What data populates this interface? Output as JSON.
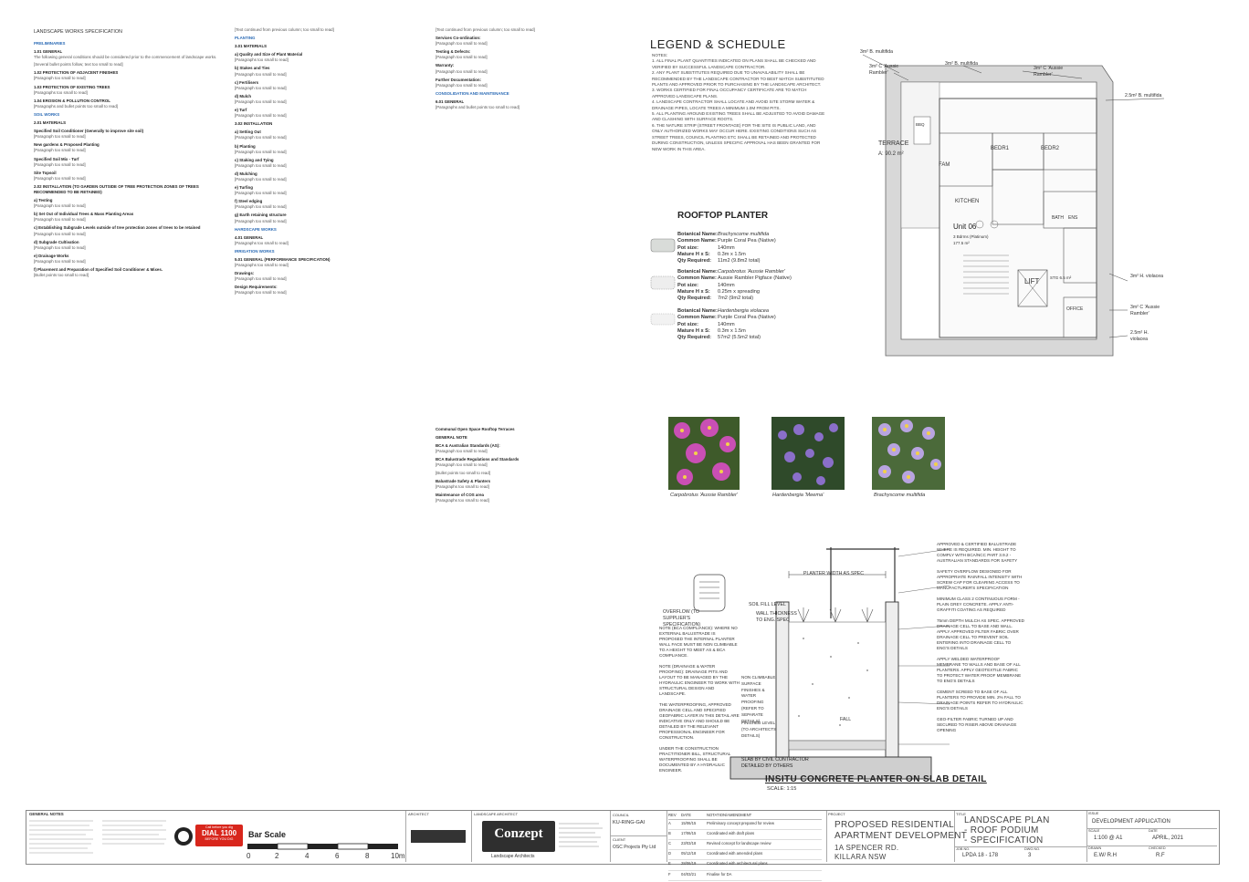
{
  "spec": {
    "page_heading": "LANDSCAPE WORKS SPECIFICATION",
    "col1": [
      {
        "type": "blue",
        "text": "PRELIMINARIES"
      },
      {
        "type": "h",
        "text": "1.01 GENERAL"
      },
      {
        "type": "p",
        "text": "The following general conditions should be considered prior to the commencement of landscape works."
      },
      {
        "type": "p",
        "text": "[Several bullet points follow; text too small to read]"
      },
      {
        "type": "h",
        "text": "1.02 PROTECTION OF ADJACENT FINISHES"
      },
      {
        "type": "p",
        "text": "[Paragraph too small to read]"
      },
      {
        "type": "h",
        "text": "1.03 PROTECTION OF EXISTING TREES"
      },
      {
        "type": "p",
        "text": "[Paragraphs too small to read]"
      },
      {
        "type": "h",
        "text": "1.04 EROSION & POLLUTION CONTROL"
      },
      {
        "type": "p",
        "text": "[Paragraphs and bullet points too small to read]"
      },
      {
        "type": "blue",
        "text": "SOIL WORKS"
      },
      {
        "type": "h",
        "text": "2.01 MATERIALS"
      },
      {
        "type": "h",
        "text": "Specified Soil Conditioner (Generally to improve site soil)"
      },
      {
        "type": "p",
        "text": "[Paragraph too small to read]"
      },
      {
        "type": "h",
        "text": "New gardens & Proposed Planting"
      },
      {
        "type": "p",
        "text": "[Paragraph too small to read]"
      },
      {
        "type": "h",
        "text": "Specified Soil Mix - Turf"
      },
      {
        "type": "p",
        "text": "[Paragraph too small to read]"
      },
      {
        "type": "h",
        "text": "Site Topsoil"
      },
      {
        "type": "p",
        "text": "[Paragraph too small to read]"
      },
      {
        "type": "h",
        "text": "2.02 INSTALLATION (TO GARDEN OUTSIDE OF TREE PROTECTION ZONES OF TREES RECOMMENDED TO BE RETAINED)"
      },
      {
        "type": "h",
        "text": "a) Testing"
      },
      {
        "type": "p",
        "text": "[Paragraph too small to read]"
      },
      {
        "type": "h",
        "text": "b) Set Out of Individual Trees & Mass Planting Areas"
      },
      {
        "type": "p",
        "text": "[Paragraph too small to read]"
      },
      {
        "type": "h",
        "text": "c) Establishing Subgrade Levels outside of tree protection zones of trees to be retained"
      },
      {
        "type": "p",
        "text": "[Paragraph too small to read]"
      },
      {
        "type": "h",
        "text": "d) Subgrade Cultivation"
      },
      {
        "type": "p",
        "text": "[Paragraph too small to read]"
      },
      {
        "type": "h",
        "text": "e) Drainage Works"
      },
      {
        "type": "p",
        "text": "[Paragraph too small to read]"
      },
      {
        "type": "h",
        "text": "f) Placement and Preparation of Specified Soil Conditioner & Mixes."
      },
      {
        "type": "p",
        "text": "[Bullet points too small to read]"
      }
    ],
    "col2": [
      {
        "type": "p",
        "text": "[Text continued from previous column; too small to read]"
      },
      {
        "type": "blue",
        "text": "PLANTING"
      },
      {
        "type": "h",
        "text": "3.01 MATERIALS"
      },
      {
        "type": "h",
        "text": "a) Quality and Size of Plant Material"
      },
      {
        "type": "p",
        "text": "[Paragraphs too small to read]"
      },
      {
        "type": "h",
        "text": "b) Stakes and Ties"
      },
      {
        "type": "p",
        "text": "[Paragraph too small to read]"
      },
      {
        "type": "h",
        "text": "c) Fertilisers"
      },
      {
        "type": "p",
        "text": "[Paragraph too small to read]"
      },
      {
        "type": "h",
        "text": "d) Mulch"
      },
      {
        "type": "p",
        "text": "[Paragraph too small to read]"
      },
      {
        "type": "h",
        "text": "e) Turf"
      },
      {
        "type": "p",
        "text": "[Paragraph too small to read]"
      },
      {
        "type": "h",
        "text": "3.02 INSTALLATION"
      },
      {
        "type": "h",
        "text": "a) Setting Out"
      },
      {
        "type": "p",
        "text": "[Paragraph too small to read]"
      },
      {
        "type": "h",
        "text": "b) Planting"
      },
      {
        "type": "p",
        "text": "[Paragraph too small to read]"
      },
      {
        "type": "h",
        "text": "c) Staking and Tying"
      },
      {
        "type": "p",
        "text": "[Paragraph too small to read]"
      },
      {
        "type": "h",
        "text": "d) Mulching"
      },
      {
        "type": "p",
        "text": "[Paragraph too small to read]"
      },
      {
        "type": "h",
        "text": "e) Turfing"
      },
      {
        "type": "p",
        "text": "[Paragraph too small to read]"
      },
      {
        "type": "h",
        "text": "f) Steel edging"
      },
      {
        "type": "p",
        "text": "[Paragraph too small to read]"
      },
      {
        "type": "h",
        "text": "g) Earth retaining structure"
      },
      {
        "type": "p",
        "text": "[Paragraph too small to read]"
      },
      {
        "type": "blue",
        "text": "HARDSCAPE WORKS"
      },
      {
        "type": "h",
        "text": "4.01 GENERAL"
      },
      {
        "type": "p",
        "text": "[Paragraphs too small to read]"
      },
      {
        "type": "blue",
        "text": "IRRIGATION WORKS"
      },
      {
        "type": "h",
        "text": "5.01 GENERAL (PERFORMANCE SPECIFICATION)"
      },
      {
        "type": "p",
        "text": "[Paragraphs too small to read]"
      },
      {
        "type": "h",
        "text": "Drawings:"
      },
      {
        "type": "p",
        "text": "[Paragraph too small to read]"
      },
      {
        "type": "h",
        "text": "Design Requirements:"
      },
      {
        "type": "p",
        "text": "[Paragraph too small to read]"
      }
    ],
    "col3": [
      {
        "type": "p",
        "text": "[Text continued from previous column; too small to read]"
      },
      {
        "type": "h",
        "text": "Services Co-ordination:"
      },
      {
        "type": "p",
        "text": "[Paragraph too small to read]"
      },
      {
        "type": "h",
        "text": "Testing & Defects:"
      },
      {
        "type": "p",
        "text": "[Paragraph too small to read]"
      },
      {
        "type": "h",
        "text": "Warranty:"
      },
      {
        "type": "p",
        "text": "[Paragraph too small to read]"
      },
      {
        "type": "h",
        "text": "Further Documentation:"
      },
      {
        "type": "p",
        "text": "[Paragraph too small to read]"
      },
      {
        "type": "blue",
        "text": "CONSOLIDATION AND MAINTENANCE"
      },
      {
        "type": "h",
        "text": "6.01 GENERAL"
      },
      {
        "type": "p",
        "text": "[Paragraphs and bullet points too small to read]"
      }
    ],
    "col3_lower": [
      {
        "type": "h",
        "text": "Communal Open Space Rooftop Terraces"
      },
      {
        "type": "h",
        "text": "GENERAL NOTE"
      },
      {
        "type": "h",
        "text": "BCA & Australian Standards (AS):"
      },
      {
        "type": "p",
        "text": "[Paragraph too small to read]"
      },
      {
        "type": "h",
        "text": "BCA Balustrade Regulations and Standards"
      },
      {
        "type": "p",
        "text": "[Paragraph too small to read]"
      },
      {
        "type": "p",
        "text": "[Bullet points too small to read]"
      },
      {
        "type": "h",
        "text": "Balustrade Safety & Planters"
      },
      {
        "type": "p",
        "text": "[Paragraphs too small to read]"
      },
      {
        "type": "h",
        "text": "Maintenance of COS area"
      },
      {
        "type": "p",
        "text": "[Paragraphs too small to read]"
      }
    ]
  },
  "legend": {
    "title": "LEGEND & SCHEDULE",
    "notes_heading": "NOTES:",
    "notes": [
      "1. ALL FINAL PLANT QUANTITIES INDICATED ON PLANS SHALL BE CHECKED AND VERIFIED BY SUCCESSFUL LANDSCAPE CONTRACTOR.",
      "2. ANY PLANT SUBSTITUTES REQUIRED DUE TO UNAVAILABILITY SHALL BE RECOMMENDED BY THE LANDSCAPE CONTRACTOR TO BEST MATCH SUBSTITUTED PLANTS AND APPROVED PRIOR TO PURCHASING BY THE LANDSCAPE ARCHITECT.",
      "3. WORKS CERTIFIED FOR FINAL OCCUPANCY CERTIFICATE ARE TO MATCH APPROVED LANDSCAPE PLANS.",
      "4. LANDSCAPE CONTRACTOR SHALL LOCATE AND AVOID SITE STORM WATER & DRAINAGE PIPES, LOCATE TREES A MINIMUM 1.0M FROM PITS.",
      "5. ALL PLANTING AROUND EXISTING TREES SHALL BE ADJUSTED TO AVOID DAMAGE AND CLASHING WITH SURFACE ROOTS.",
      "6. THE NATURE STRIP (STREET FRONTAGE) FOR THE SITE IS PUBLIC LAND, AND ONLY AUTHORIZED WORKS MAY OCCUR HERE. EXISTING CONDITIONS SUCH AS STREET TREES, COUNCIL PLANTING ETC SHALL BE RETAINED AND PROTECTED DURING CONSTRUCTION, UNLESS SPECIFIC APPROVAL HAS BEEN GRANTED FOR NEW WORK IN THIS AREA."
    ]
  },
  "planter": {
    "title": "ROOFTOP PLANTER",
    "fields": [
      "Botanical Name:",
      "Common Name:",
      "Pot size:",
      "Mature H x S:",
      "Qty Required:"
    ],
    "plants": [
      {
        "botanical": "Brachyscome multifida",
        "common": "Purple Coral Pea (Native)",
        "pot": "140mm",
        "mature": "0.3m x 1.5m",
        "qty": "11m2 (9.8m2 total)"
      },
      {
        "botanical": "Carpobrotus 'Aussie Rambler'",
        "common": "Aussie Rambler Pigface (Native)",
        "pot": "140mm",
        "mature": "0.25m x spreading",
        "qty": "7m2 (9m2 total)"
      },
      {
        "botanical": "Hardenbergia violacea",
        "common": "Purple Coral Pea (Native)",
        "pot": "140mm",
        "mature": "0.3m x 1.5m",
        "qty": "57m2 (5.5m2 total)"
      }
    ]
  },
  "photos": [
    {
      "caption": "Carpobrotus 'Aussie Rambler'"
    },
    {
      "caption": "Hardenbergia 'Meema'"
    },
    {
      "caption": "Brachyscome multifida"
    }
  ],
  "plan": {
    "labels": {
      "top_left": "3m² B. multifida",
      "aussie_tl": "3m² C 'Aussie Rambler'",
      "top_mid": "3m² B. multifida",
      "aussie_tr": "3m² C 'Aussie Rambler'",
      "right_1": "2.5m² B. multifida",
      "terrace": "TERRACE",
      "terrace_area": "A: 90.2 m²",
      "bbq": "BBQ",
      "bed1": "BEDR1",
      "bed2": "BEDR2",
      "fam": "FAM",
      "kitchen": "KITCHEN",
      "unit": "Unit 06",
      "unit_sub": "3 Bdrms (Platinum)",
      "unit_area": "177.5 m²",
      "bath": "BATH",
      "ens": "ENS",
      "lift": "LIFT",
      "stair": "STG 6.5 m²",
      "office": "OFFICE",
      "right_hv": "3m² H. violacea",
      "right_aussie": "3m² C 'Aussie Rambler'",
      "right_hv2": "2.5m² H. violacea"
    }
  },
  "detail": {
    "title": "INSITU CONCRETE PLANTER ON SLAB DETAIL",
    "scale": "SCALE: 1:15",
    "labels": {
      "planter_width": "PLANTER WIDTH AS SPEC",
      "soil_fill": "SOIL FILL LEVEL",
      "wall_thickness": "WALL THICKNESS TO ENG. SPEC",
      "overflow": "OVERFLOW (TO SUPPLIER'S SPECIFICATION)",
      "fall": "FALL",
      "slab": "SLAB BY CIVIL CONTRACTOR DETAILED BY OTHERS"
    },
    "right_notes": [
      "APPROVED & CERTIFIED BALUSTRADE WHERE IS REQUIRED. MIN. HEIGHT TO COMPLY WITH BCA/NCC PART 3.9.2 - AUSTRALIAN STANDARDS FOR SAFETY",
      "SAFETY OVERFLOW DESIGNED FOR APPROPRIATE RAINFALL INTENSITY WITH SCREW CAP FOR CLEARING ACCESS TO MANUFACTURER'S SPECIFICATION",
      "MINIMUM CLASS 2 CONTINUOUS FORM - PLAIN GREY CONCRETE. APPLY ANTI-GRAFFITI COATING AS REQUIRED",
      "75mm DEPTH MULCH AS SPEC. APPROVED DRAINAGE CELL TO BASE AND WALL. APPLY APPROVED FILTER FABRIC OVER DRAINAGE CELL TO PREVENT SOIL ENTERING INTO DRAINAGE CELL TO ENG'S DETAILS",
      "APPLY WELDED WATERPROOF MEMBRANE TO WALLS AND BASE OF ALL PLANTERS. APPLY GEOTEXTILE FABRIC TO PROTECT WATER PROOF MEMBRANE TO ENG'S DETAILS",
      "CEMENT SCREED TO BASE OF ALL PLANTERS TO PROVIDE MIN. 2% FALL TO DRAINAGE POINTS REFER TO HYDRAULIC ENG'S DETAILS",
      "GEO-FILTER FABRIC TURNED UP AND SECURED TO RISER ABOVE DRAINAGE OPENING"
    ],
    "left_notes": [
      "NOTE (BCA COMPLIANCE): WHERE NO EXTERNAL BALUSTRADE IS PROPOSED THE INTERNAL PLANTER WALL FACE MUST BE NON CLIMBABLE TO A HEIGHT TO MEET AS & BCA COMPLIANCE.",
      "NOTE (DRAINAGE & WATER PROOFING): DRAINAGE PITS AND LAYOUT TO BE MANAGED BY THE HYDRAULIC ENGINEER TO WORK WITH STRUCTURAL DESIGN AND LANDSCAPE.",
      "THE WATERPROOFING, APPROVED DRAINAGE CELL AND SPECIFIED GEOFABRIC LAYER IN THIS DETAIL ARE INDICATIVE ONLY AND SHOULD BE DETAILED BY THE RELEVANT PROFESSIONAL ENGINEER FOR CONSTRUCTION.",
      "UNDER THE CONSTRUCTION PRACTITIONER BILL, STRUCTURAL WATERPROOFING SHALL BE DOCUMENTED BY A HYDRAULIC ENGINEER."
    ],
    "side_labels": [
      "NON CLIMBABLE SURFACE FINISHES & WATER PROOFING (REFER TO SEPARATE DETAILS)",
      "FINISHED LEVEL (TO ARCHITECTS DETAILS)"
    ]
  },
  "titleblock": {
    "general_notes_heading": "GENERAL NOTES",
    "dial": {
      "top": "Call before you dig",
      "main": "DIAL 1100",
      "sub": "BEFORE YOU DIG"
    },
    "bar_scale": "Bar Scale",
    "bar_ticks": [
      "0",
      "2",
      "4",
      "6",
      "8",
      "10m"
    ],
    "architect_heading": "ARCHITECT",
    "landscape_architect_heading": "LANDSCAPE ARCHITECT",
    "firm_name": "Conzept",
    "firm_sub": "Landscape Architects",
    "council_heading": "COUNCIL",
    "council": "KU-RING-GAI",
    "client_heading": "CLIENT",
    "client": "OSC Projects Pty Ltd",
    "rev_headers": [
      "REV",
      "DATE",
      "NOTATION/AMENDMENT"
    ],
    "revisions": [
      [
        "A",
        "15/06/15",
        "Preliminary concept prepared for review"
      ],
      [
        "B",
        "17/06/15",
        "Coordinated with draft plans"
      ],
      [
        "C",
        "23/03/18",
        "Revised concept for landscape review"
      ],
      [
        "D",
        "05/12/18",
        "Coordinated with amended plans"
      ],
      [
        "E",
        "28/06/19",
        "Coordinated with architectural plans"
      ],
      [
        "F",
        "04/03/21",
        "Finalise for DA"
      ]
    ],
    "project_heading": "PROJECT",
    "project_lines": [
      "PROPOSED RESIDENTIAL",
      "APARTMENT DEVELOPMENT"
    ],
    "address_lines": [
      "1A SPENCER RD.",
      "KILLARA NSW"
    ],
    "title_heading": "TITLE",
    "title_lines": [
      "LANDSCAPE PLAN",
      "- ROOF PODIUM",
      "- SPECIFICATION"
    ],
    "issue_heading": "ISSUE",
    "issue": "DEVELOPMENT APPLICATION",
    "scale_heading": "SCALE",
    "scale": "1:100 @ A1",
    "date_heading": "DATE",
    "date": "APRIL, 2021",
    "drawn_heading": "DRAWN",
    "drawn": "E.W/ R.H",
    "checked_heading": "CHECKED",
    "checked": "R.F",
    "job_heading": "JOB NO.",
    "job": "LPDA 18 - 178",
    "dwg_heading": "DWG NO.",
    "dwg": "3"
  }
}
